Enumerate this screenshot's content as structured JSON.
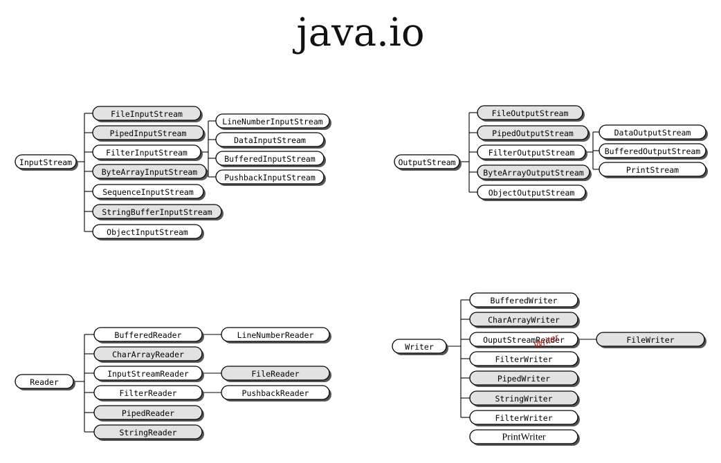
{
  "title": "java.io",
  "colors": {
    "filled": "#e2e2e2",
    "plain": "#ffffff",
    "overlay": "#b01818"
  },
  "overlay_text": "Writer",
  "trees": [
    {
      "id": "inputstream",
      "root": {
        "label": "InputStream",
        "filled": false
      },
      "children": [
        {
          "label": "FileInputStream",
          "filled": true
        },
        {
          "label": "PipedInputStream",
          "filled": true
        },
        {
          "label": "FilterInputStream",
          "filled": false,
          "children": [
            {
              "label": "LineNumberInputStream",
              "filled": false
            },
            {
              "label": "DataInputStream",
              "filled": false
            },
            {
              "label": "BufferedInputStream",
              "filled": false
            },
            {
              "label": "PushbackInputStream",
              "filled": false
            }
          ]
        },
        {
          "label": "ByteArrayInputStream",
          "filled": true
        },
        {
          "label": "SequenceInputStream",
          "filled": false
        },
        {
          "label": "StringBufferInputStream",
          "filled": true
        },
        {
          "label": "ObjectInputStream",
          "filled": false
        }
      ]
    },
    {
      "id": "outputstream",
      "root": {
        "label": "OutputStream",
        "filled": false
      },
      "children": [
        {
          "label": "FileOutputStream",
          "filled": true
        },
        {
          "label": "PipedOutputStream",
          "filled": true
        },
        {
          "label": "FilterOutputStream",
          "filled": false,
          "children": [
            {
              "label": "DataOutputStream",
              "filled": false
            },
            {
              "label": "BufferedOutputStream",
              "filled": false
            },
            {
              "label": "PrintStream",
              "filled": false
            }
          ]
        },
        {
          "label": "ByteArrayOutputStream",
          "filled": true
        },
        {
          "label": "ObjectOutputStream",
          "filled": false
        }
      ]
    },
    {
      "id": "reader",
      "root": {
        "label": "Reader",
        "filled": false
      },
      "children": [
        {
          "label": "BufferedReader",
          "filled": false,
          "children": [
            {
              "label": "LineNumberReader",
              "filled": false
            }
          ]
        },
        {
          "label": "CharArrayReader",
          "filled": true
        },
        {
          "label": "InputStreamReader",
          "filled": false,
          "children": [
            {
              "label": "FileReader",
              "filled": true
            }
          ]
        },
        {
          "label": "FilterReader",
          "filled": false,
          "children": [
            {
              "label": "PushbackReader",
              "filled": false
            }
          ]
        },
        {
          "label": "PipedReader",
          "filled": true
        },
        {
          "label": "StringReader",
          "filled": true
        }
      ]
    },
    {
      "id": "writer",
      "root": {
        "label": "Writer",
        "filled": false
      },
      "children": [
        {
          "label": "BufferedWriter",
          "filled": false
        },
        {
          "label": "CharArrayWriter",
          "filled": true
        },
        {
          "label": "OuputStreamReader",
          "filled": false,
          "children": [
            {
              "label": "FileWriter",
              "filled": true
            }
          ]
        },
        {
          "label": "FilterWriter",
          "filled": false
        },
        {
          "label": "PipedWriter",
          "filled": true
        },
        {
          "label": "StringWriter",
          "filled": true
        },
        {
          "label": "FilterWriter",
          "filled": false
        }
      ],
      "extra": {
        "label": "PrintWriter",
        "filled": false
      }
    }
  ]
}
